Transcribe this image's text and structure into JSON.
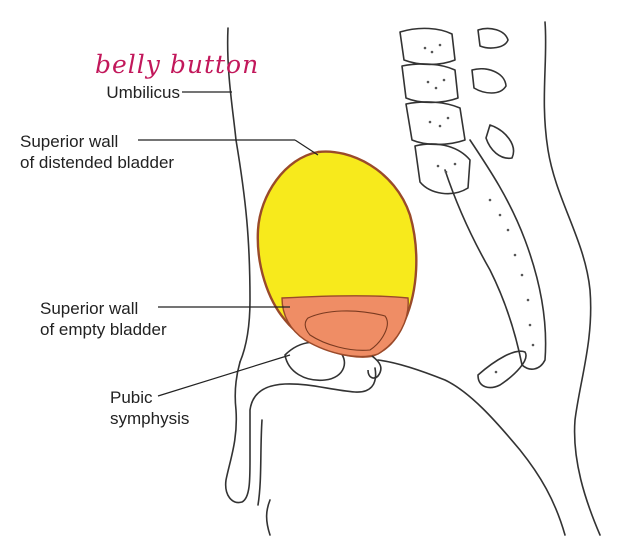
{
  "annotation": {
    "text": "belly button",
    "color": "#c2185b"
  },
  "labels": {
    "umbilicus": "Umbilicus",
    "distended_line1": "Superior wall",
    "distended_line2": "of distended bladder",
    "empty_line1": "Superior wall",
    "empty_line2": "of empty bladder",
    "pubic_line1": "Pubic",
    "pubic_line2": "symphysis"
  },
  "colors": {
    "distended_bladder": "#f7ea1c",
    "empty_bladder": "#ef8d65",
    "bladder_outline": "#9a4a2a",
    "line_art": "#333333"
  }
}
